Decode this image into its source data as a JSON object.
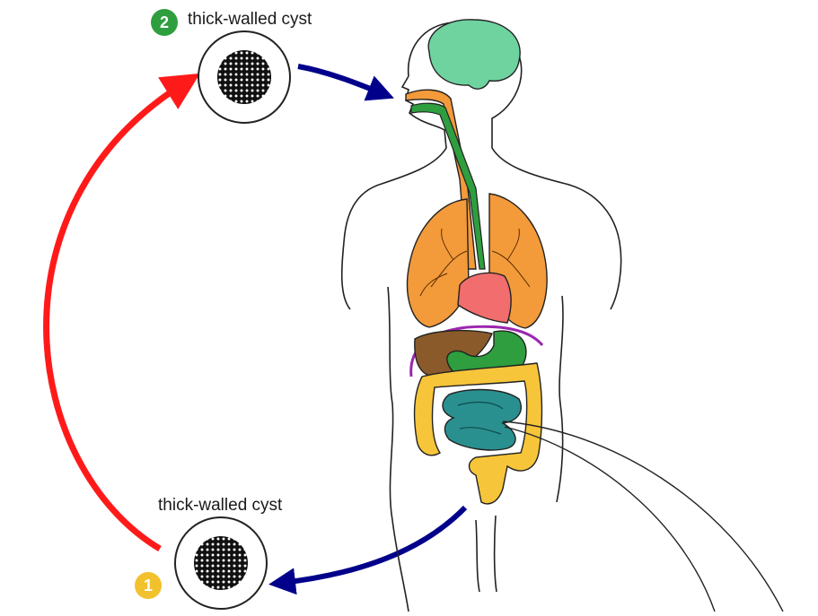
{
  "stage_top": {
    "number": "2",
    "label": "thick-walled cyst",
    "badge_color": "#2e9e3e"
  },
  "stage_bottom": {
    "number": "1",
    "label": "thick-walled cyst",
    "badge_color": "#f2c12e"
  },
  "colors": {
    "cycle_arrow": "#ff1a1a",
    "ingestion_arrow": "#00008b",
    "excretion_arrow": "#00008b",
    "brain": "#6fd3a0",
    "lungs": "#f39a3a",
    "heart": "#f26d6d",
    "liver": "#8a5a2b",
    "stomach": "#2e9e3e",
    "large_intestine": "#f7c53a",
    "small_intestine": "#2a8f8f",
    "esophagus": "#f39a3a",
    "diaphragm": "#9b27b0"
  }
}
